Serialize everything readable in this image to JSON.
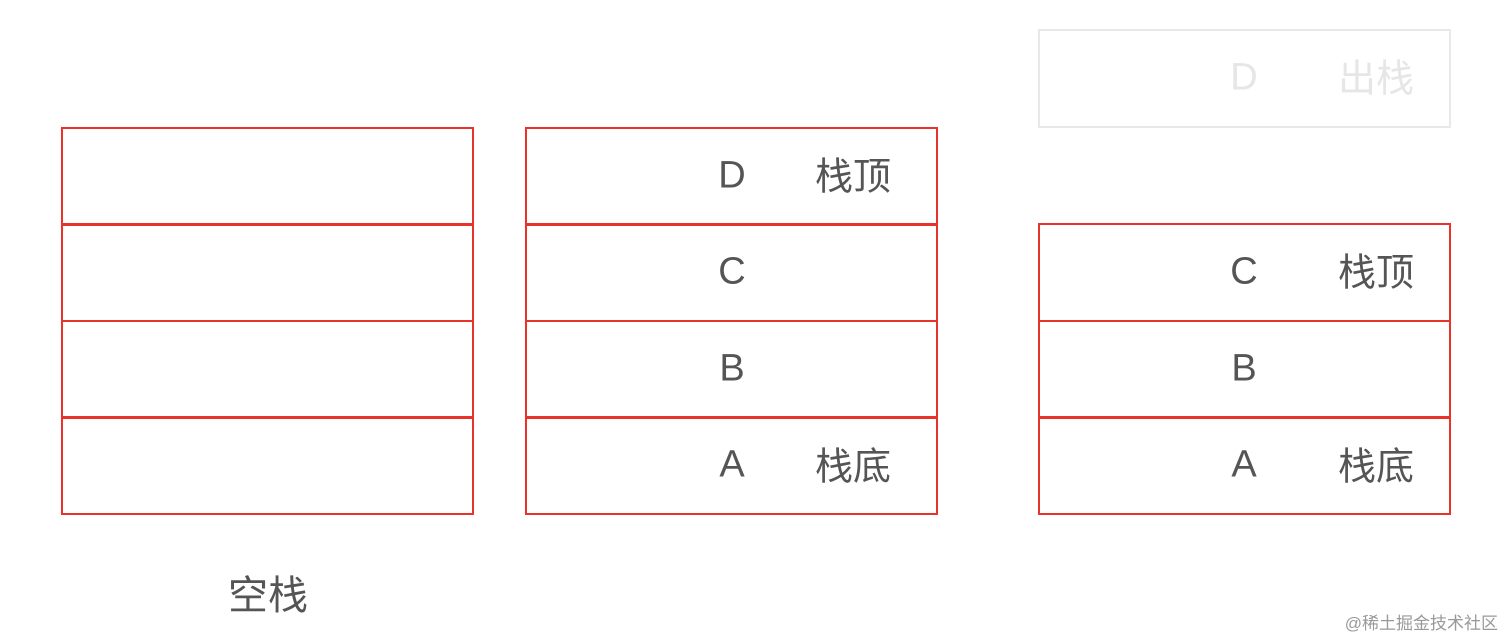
{
  "empty_stack": {
    "caption": "空栈"
  },
  "full_stack": {
    "items": [
      "D",
      "C",
      "B",
      "A"
    ],
    "top_label": "栈顶",
    "bottom_label": "栈底"
  },
  "popped_stack": {
    "popped_item": "D",
    "popped_label": "出栈",
    "items": [
      "C",
      "B",
      "A"
    ],
    "top_label": "栈顶",
    "bottom_label": "栈底"
  },
  "watermark": "@稀土掘金技术社区",
  "colors": {
    "border": "#e8322a",
    "ghost": "#e8e8e8",
    "text": "#555555"
  }
}
